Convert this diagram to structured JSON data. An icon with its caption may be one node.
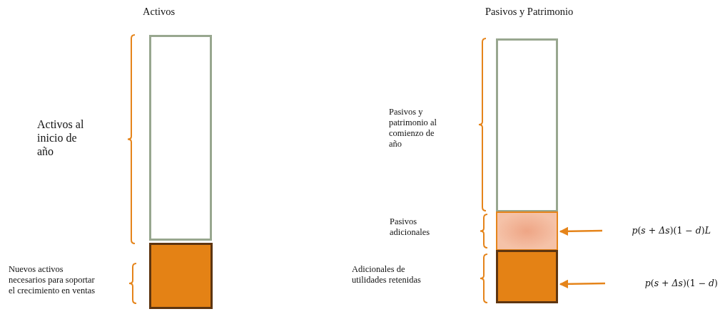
{
  "diagram": {
    "nodes": [
      {
        "text": [],
        "shape": "box"
      },
      {
        "text": [],
        "shape": "box"
      },
      {
        "text": [],
        "shape": "box"
      },
      {
        "text": [],
        "shape": "box"
      },
      {
        "text": [],
        "shape": "box"
      },
      {
        "text": [
          "*p*(*s* + *Δs*)(1 − *d*)*L*"
        ]
      },
      {
        "text": [
          "*p*(*s* + *Δs*)(1 − *d*)"
        ]
      }
    ],
    "edges": [
      {
        "from": 5,
        "to": 3,
        "arrow": "to"
      },
      {
        "from": 6,
        "to": 4,
        "arrow": "to"
      }
    ],
    "labels": [
      "Activos",
      "Pasivos y Patrimonio",
      "Activos al inicio de año",
      "Pasivos y patrimonio al comienzo de año",
      "Pasivos adicionales",
      "Nuevos activos necesarios para soportar el crecimiento en ventas",
      "Adicionales de utilidades retenidas"
    ]
  }
}
